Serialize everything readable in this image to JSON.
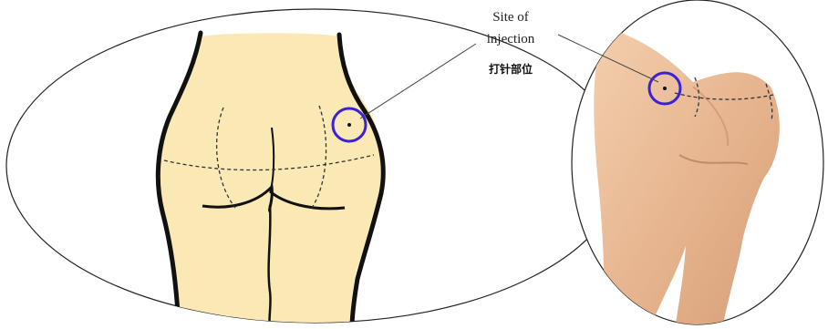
{
  "labels": {
    "site_line1": "Site of",
    "site_line2": "injection",
    "site_chinese": "打针部位"
  },
  "colors": {
    "skin_drawing": "#fbe9b5",
    "skin_photo": "#e8b893",
    "marker_circle": "#3b22d6",
    "outline": "#111111"
  }
}
